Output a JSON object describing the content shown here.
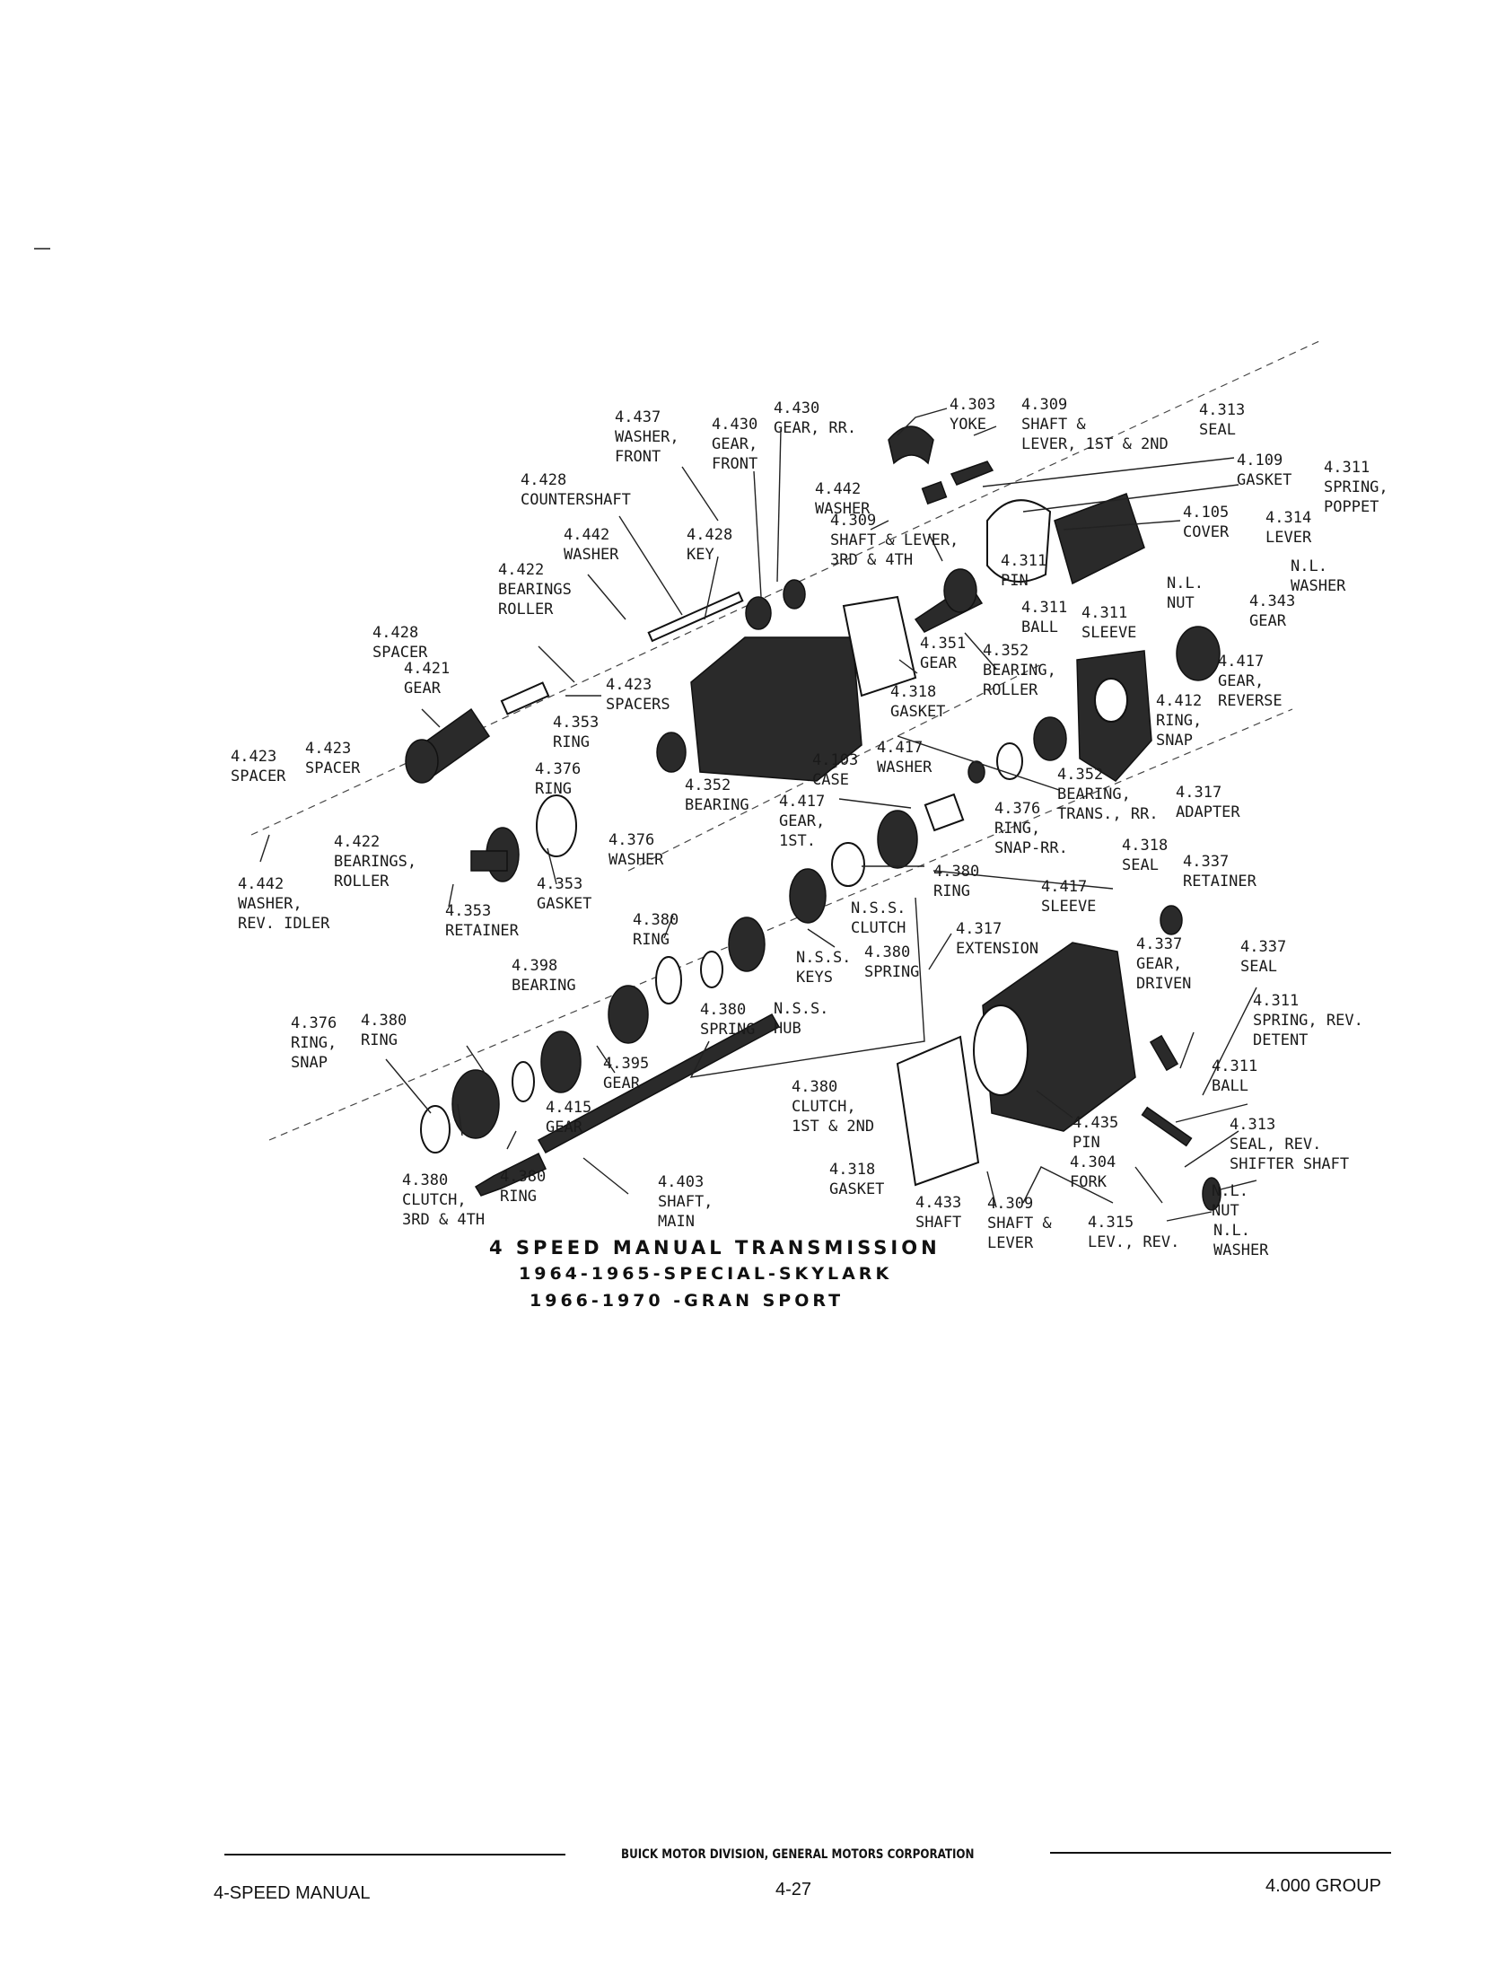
{
  "title": {
    "line1": "4 SPEED MANUAL TRANSMISSION",
    "line2": "1964-1965-SPECIAL-SKYLARK",
    "line3": "1966-1970 -GRAN SPORT"
  },
  "footer": {
    "company": "BUICK MOTOR DIVISION, GENERAL MOTORS CORPORATION",
    "left": "4-SPEED MANUAL",
    "center": "4-27",
    "right": "4.000 GROUP"
  },
  "labels": [
    {
      "id": "l1",
      "lines": [
        "4.437",
        "WASHER,",
        "FRONT"
      ]
    },
    {
      "id": "l2",
      "lines": [
        "4.430",
        "GEAR,",
        "FRONT"
      ]
    },
    {
      "id": "l3",
      "lines": [
        "4.430",
        "GEAR, RR."
      ]
    },
    {
      "id": "l4",
      "lines": [
        "4.303",
        "YOKE"
      ]
    },
    {
      "id": "l5",
      "lines": [
        "4.309",
        "SHAFT &",
        "LEVER, 1ST & 2ND"
      ]
    },
    {
      "id": "l6",
      "lines": [
        "4.313",
        "SEAL"
      ]
    },
    {
      "id": "l7",
      "lines": [
        "4.109",
        "GASKET"
      ]
    },
    {
      "id": "l8",
      "lines": [
        "4.311",
        "SPRING,",
        "POPPET"
      ]
    },
    {
      "id": "l9",
      "lines": [
        "4.428",
        "COUNTERSHAFT"
      ]
    },
    {
      "id": "l10",
      "lines": [
        "4.442",
        "WASHER"
      ]
    },
    {
      "id": "l11",
      "lines": [
        "4.309",
        "SHAFT & LEVER,",
        "3RD & 4TH"
      ]
    },
    {
      "id": "l12",
      "lines": [
        "4.105",
        "COVER"
      ]
    },
    {
      "id": "l13",
      "lines": [
        "4.314",
        "LEVER"
      ]
    },
    {
      "id": "l14",
      "lines": [
        "N.L.",
        "WASHER"
      ]
    },
    {
      "id": "l15",
      "lines": [
        "4.442",
        "WASHER"
      ]
    },
    {
      "id": "l16",
      "lines": [
        "4.428",
        "KEY"
      ]
    },
    {
      "id": "l17",
      "lines": [
        "4.311",
        "PIN"
      ]
    },
    {
      "id": "l18",
      "lines": [
        "N.L.",
        "NUT"
      ]
    },
    {
      "id": "l19",
      "lines": [
        "4.422",
        "BEARINGS",
        "ROLLER"
      ]
    },
    {
      "id": "l20",
      "lines": [
        "4.311",
        "BALL"
      ]
    },
    {
      "id": "l21",
      "lines": [
        "4.311",
        "SLEEVE"
      ]
    },
    {
      "id": "l22",
      "lines": [
        "4.343",
        "GEAR"
      ]
    },
    {
      "id": "l23",
      "lines": [
        "4.428",
        "SPACER"
      ]
    },
    {
      "id": "l24",
      "lines": [
        "4.351",
        "GEAR"
      ]
    },
    {
      "id": "l25",
      "lines": [
        "4.352",
        "BEARING,",
        "ROLLER"
      ]
    },
    {
      "id": "l26",
      "lines": [
        "4.417",
        "GEAR,",
        "REVERSE"
      ]
    },
    {
      "id": "l27",
      "lines": [
        "4.421",
        "GEAR"
      ]
    },
    {
      "id": "l28",
      "lines": [
        "4.423",
        "SPACERS"
      ]
    },
    {
      "id": "l29",
      "lines": [
        "4.318",
        "GASKET"
      ]
    },
    {
      "id": "l30",
      "lines": [
        "4.412",
        "RING,",
        "SNAP"
      ]
    },
    {
      "id": "l31",
      "lines": [
        "4.353",
        "RING"
      ]
    },
    {
      "id": "l32",
      "lines": [
        "4.423",
        "SPACER"
      ]
    },
    {
      "id": "l33",
      "lines": [
        "4.423",
        "SPACER"
      ]
    },
    {
      "id": "l34",
      "lines": [
        "4.376",
        "RING"
      ]
    },
    {
      "id": "l35",
      "lines": [
        "4.103",
        "CASE"
      ]
    },
    {
      "id": "l36",
      "lines": [
        "4.417",
        "WASHER"
      ]
    },
    {
      "id": "l37",
      "lines": [
        "4.352",
        "BEARING,",
        "TRANS., RR."
      ]
    },
    {
      "id": "l38",
      "lines": [
        "4.317",
        "ADAPTER"
      ]
    },
    {
      "id": "l39",
      "lines": [
        "4.352",
        "BEARING"
      ]
    },
    {
      "id": "l40",
      "lines": [
        "4.376",
        "RING,",
        "SNAP-RR."
      ]
    },
    {
      "id": "l41",
      "lines": [
        "4.417",
        "GEAR,",
        "1ST."
      ]
    },
    {
      "id": "l42",
      "lines": [
        "4.422",
        "BEARINGS,",
        "ROLLER"
      ]
    },
    {
      "id": "l43",
      "lines": [
        "4.376",
        "WASHER"
      ]
    },
    {
      "id": "l44",
      "lines": [
        "4.318",
        "SEAL"
      ]
    },
    {
      "id": "l45",
      "lines": [
        "4.337",
        "RETAINER"
      ]
    },
    {
      "id": "l46",
      "lines": [
        "4.442",
        "WASHER,",
        "REV. IDLER"
      ]
    },
    {
      "id": "l47",
      "lines": [
        "4.353",
        "GASKET"
      ]
    },
    {
      "id": "l48",
      "lines": [
        "4.380",
        "RING"
      ]
    },
    {
      "id": "l49",
      "lines": [
        "4.417",
        "SLEEVE"
      ]
    },
    {
      "id": "l50",
      "lines": [
        "4.353",
        "RETAINER"
      ]
    },
    {
      "id": "l51",
      "lines": [
        "N.S.S.",
        "CLUTCH"
      ]
    },
    {
      "id": "l52",
      "lines": [
        "4.317",
        "EXTENSION"
      ]
    },
    {
      "id": "l53",
      "lines": [
        "4.337",
        "GEAR,",
        "DRIVEN"
      ]
    },
    {
      "id": "l54",
      "lines": [
        "4.337",
        "SEAL"
      ]
    },
    {
      "id": "l55",
      "lines": [
        "4.380",
        "RING"
      ]
    },
    {
      "id": "l56",
      "lines": [
        "N.S.S.",
        "KEYS"
      ]
    },
    {
      "id": "l57",
      "lines": [
        "4.380",
        "SPRING"
      ]
    },
    {
      "id": "l58",
      "lines": [
        "4.398",
        "BEARING"
      ]
    },
    {
      "id": "l59",
      "lines": [
        "4.380",
        "SPRING"
      ]
    },
    {
      "id": "l60",
      "lines": [
        "N.S.S.",
        "HUB"
      ]
    },
    {
      "id": "l61",
      "lines": [
        "4.311",
        "SPRING, REV.",
        "DETENT"
      ]
    },
    {
      "id": "l62",
      "lines": [
        "4.376",
        "RING,",
        "SNAP"
      ]
    },
    {
      "id": "l63",
      "lines": [
        "4.380",
        "RING"
      ]
    },
    {
      "id": "l64",
      "lines": [
        "4.395",
        "GEAR"
      ]
    },
    {
      "id": "l65",
      "lines": [
        "4.380",
        "CLUTCH,",
        "1ST & 2ND"
      ]
    },
    {
      "id": "l66",
      "lines": [
        "4.311",
        "BALL"
      ]
    },
    {
      "id": "l67",
      "lines": [
        "4.415",
        "GEAR"
      ]
    },
    {
      "id": "l68",
      "lines": [
        "4.435",
        "PIN"
      ]
    },
    {
      "id": "l69",
      "lines": [
        "4.313",
        "SEAL, REV.",
        "SHIFTER SHAFT"
      ]
    },
    {
      "id": "l70",
      "lines": [
        "4.380",
        "RING"
      ]
    },
    {
      "id": "l71",
      "lines": [
        "4.304",
        "FORK"
      ]
    },
    {
      "id": "l72",
      "lines": [
        "4.380",
        "CLUTCH,",
        "3RD & 4TH"
      ]
    },
    {
      "id": "l73",
      "lines": [
        "4.403",
        "SHAFT,",
        "MAIN"
      ]
    },
    {
      "id": "l74",
      "lines": [
        "4.318",
        "GASKET"
      ]
    },
    {
      "id": "l75",
      "lines": [
        "N.L.",
        "NUT"
      ]
    },
    {
      "id": "l76",
      "lines": [
        "4.433",
        "SHAFT"
      ]
    },
    {
      "id": "l77",
      "lines": [
        "4.309",
        "SHAFT &",
        "LEVER"
      ]
    },
    {
      "id": "l78",
      "lines": [
        "4.315",
        "LEV., REV."
      ]
    },
    {
      "id": "l79",
      "lines": [
        "N.L.",
        "WASHER"
      ]
    }
  ]
}
